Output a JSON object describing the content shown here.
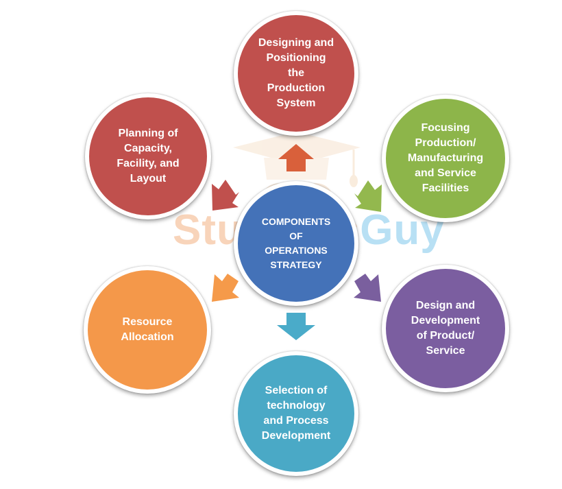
{
  "diagram": {
    "center": {
      "label": "COMPONENTS\nOF\nOPERATIONS\nSTRATEGY",
      "color": "#4472b8"
    },
    "nodes": [
      {
        "id": "designing",
        "label": "Designing and\nPositioning\nthe\nProduction\nSystem",
        "color": "#c0504d"
      },
      {
        "id": "focusing",
        "label": "Focusing\nProduction/\nManufacturing\nand Service\nFacilities",
        "color": "#8db54a"
      },
      {
        "id": "design-dev",
        "label": "Design and\nDevelopment\nof Product/\nService",
        "color": "#7b5ea0"
      },
      {
        "id": "technology",
        "label": "Selection of\ntechnology\nand Process\nDevelopment",
        "color": "#4aa9c6"
      },
      {
        "id": "resource",
        "label": "Resource\nAllocation",
        "color": "#f4984a"
      },
      {
        "id": "planning",
        "label": "Planning of\nCapacity,\nFacility, and\nLayout",
        "color": "#c0504d"
      }
    ],
    "arrow_colors": {
      "up": "#d9603b",
      "upper_right": "#93b84e",
      "lower_right": "#7a5f9e",
      "down": "#4aabc9",
      "lower_left": "#f59a4a",
      "upper_left": "#c0504d"
    }
  },
  "watermark": {
    "part1": "Studious",
    "part2": "Guy"
  }
}
